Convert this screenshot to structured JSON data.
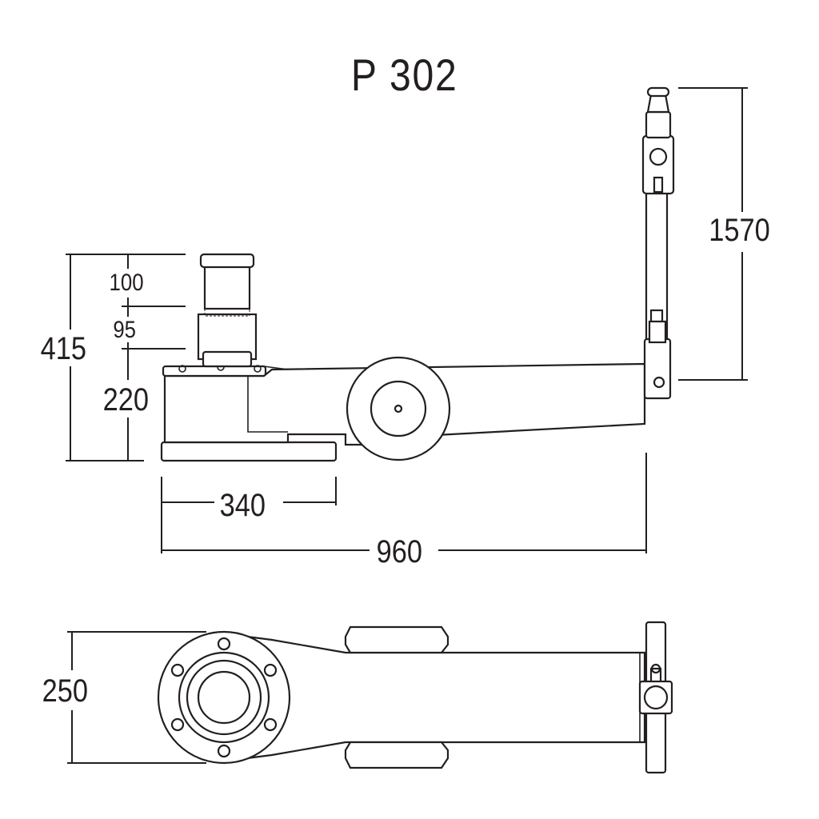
{
  "title": "P 302",
  "dimensions": {
    "handle_height": "1570",
    "total_height": "415",
    "saddle_extension": "100",
    "piston_stroke": "95",
    "base_height": "220",
    "base_length": "340",
    "total_length": "960",
    "width": "250"
  }
}
